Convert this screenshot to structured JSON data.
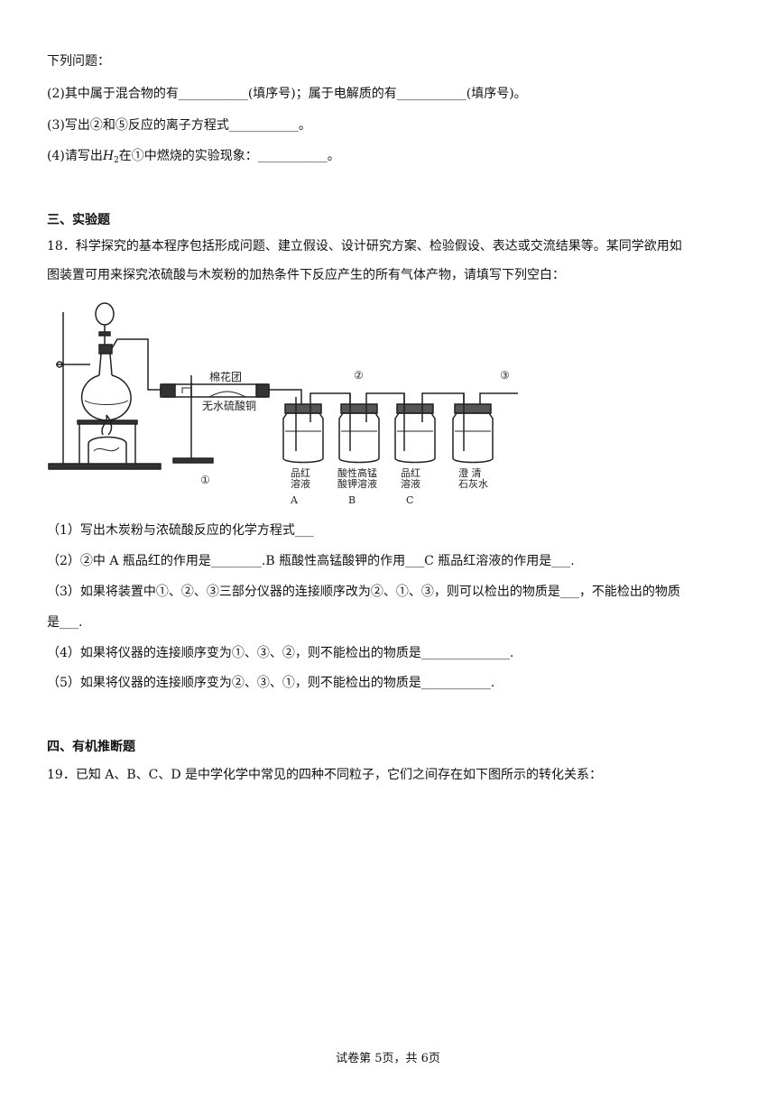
{
  "top": {
    "intro": "下列问题：",
    "q2": "(2)其中属于混合物的有___________(填序号)；属于电解质的有___________(填序号)。",
    "q3": "(3)写出②和⑤反应的离子方程式___________。",
    "q4_before": "(4)请写出",
    "q4_h": "H",
    "q4_sub": "2",
    "q4_after": "在①中燃烧的实验现象：___________。"
  },
  "section3": {
    "heading": "三、实验题",
    "q18_line1": "18．科学探究的基本程序包括形成问题、建立假设、设计研究方案、检验假设、表达或交流结果等。某同学欲用如",
    "q18_line2": "图装置可用来探究浓硫酸与木炭粉的加热条件下反应产生的所有气体产物，请填写下列空白：",
    "figure_labels": {
      "cotton": "棉花团",
      "anhydrous": "无水硫酸铜",
      "num1": "①",
      "num2": "②",
      "num3": "③",
      "bottle_a_l1": "品红",
      "bottle_a_l2": "溶液",
      "bottle_b_l1": "酸性高锰",
      "bottle_b_l2": "酸钾溶液",
      "bottle_c_l1": "品红",
      "bottle_c_l2": "溶液",
      "bottle_d_l1": "澄  清",
      "bottle_d_l2": "石灰水",
      "letter_a": "A",
      "letter_b": "B",
      "letter_c": "C"
    },
    "p1": "（1）写出木炭粉与浓硫酸反应的化学方程式___",
    "p2": "（2）②中 A 瓶品红的作用是________.B 瓶酸性高锰酸钾的作用___C 瓶品红溶液的作用是___.",
    "p3_line1": "（3）如果将装置中①、②、③三部分仪器的连接顺序改为②、①、③，则可以检出的物质是___，不能检出的物质",
    "p3_line2": "是___.",
    "p4": "（4）如果将仪器的连接顺序变为①、③、②，则不能检出的物质是______________.",
    "p5": "（5）如果将仪器的连接顺序变为②、③、①，则不能检出的物质是___________."
  },
  "section4": {
    "heading": "四、有机推断题",
    "q19": "19．已知 A、B、C、D 是中学化学中常见的四种不同粒子，它们之间存在如下图所示的转化关系："
  },
  "footer": "试卷第 5页，共 6页"
}
